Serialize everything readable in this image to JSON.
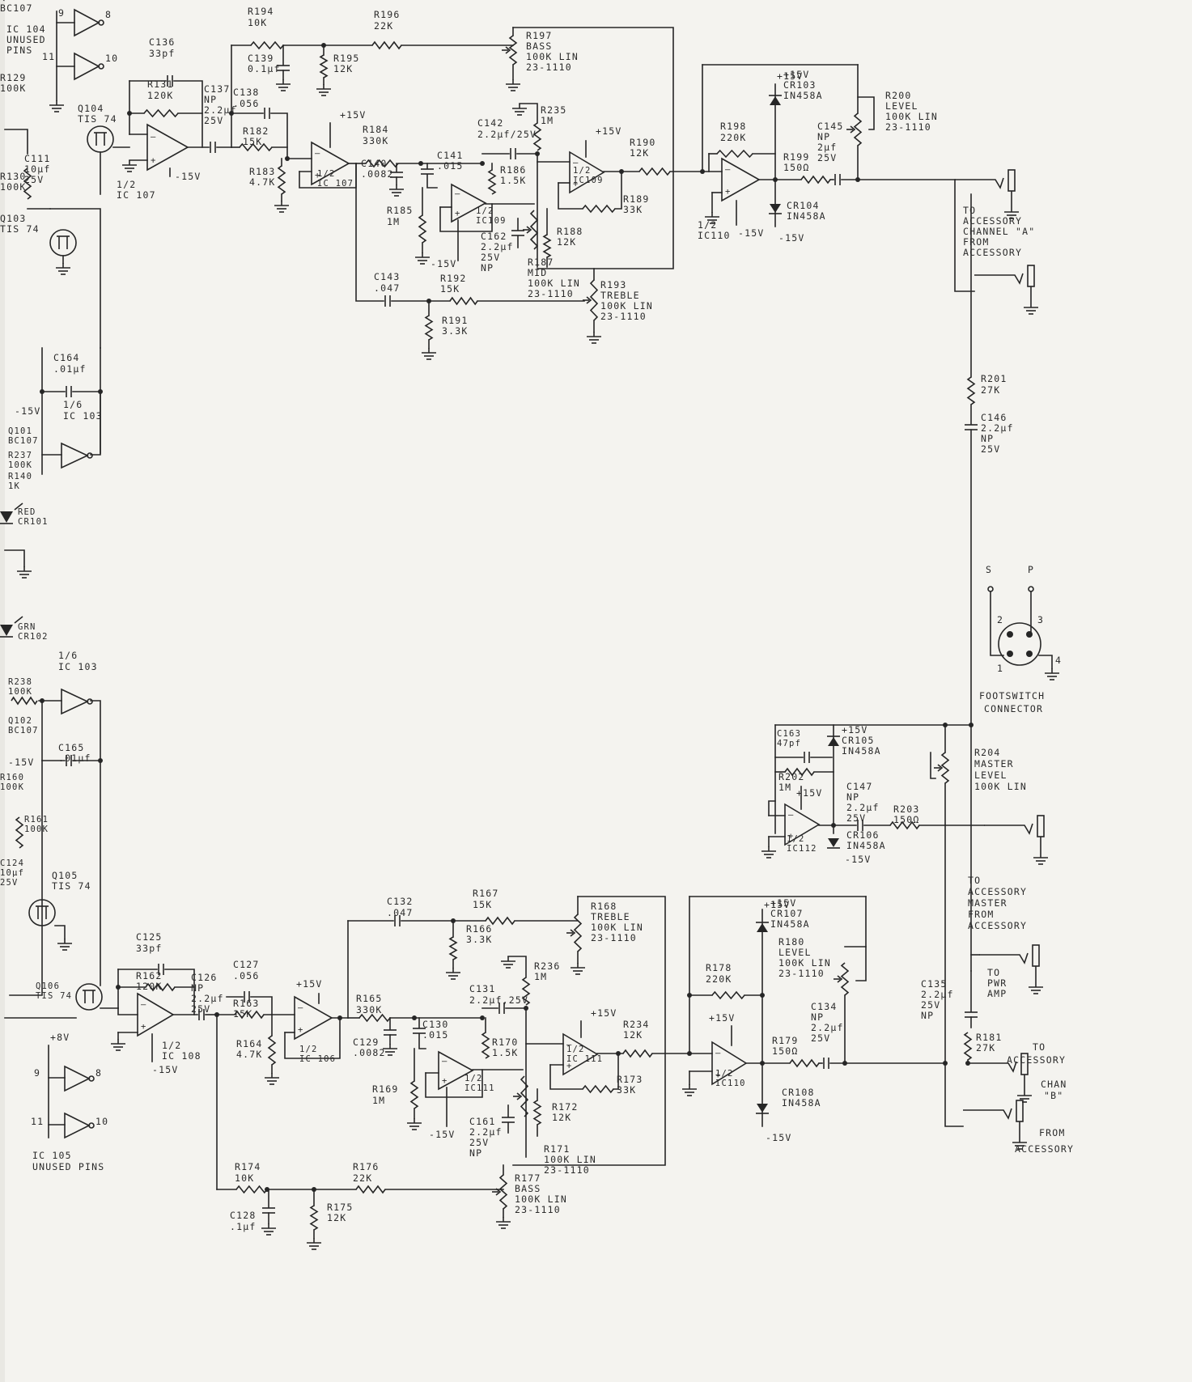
{
  "labels": {
    "ic104": [
      "IC 104",
      "UNUSED",
      "PINS"
    ],
    "pin9": "9",
    "pin8": "8",
    "pin11": "11",
    "pin10": "10",
    "q104": [
      "Q104",
      "TIS 74"
    ],
    "q103": [
      "Q103",
      "TIS 74"
    ],
    "r129": [
      "R129",
      "100K"
    ],
    "c111": [
      "C111",
      "10µf",
      "25V"
    ],
    "r130": [
      "R130",
      "100K"
    ],
    "c136": [
      "C136",
      "33pf"
    ],
    "r131": [
      "R131",
      "120K"
    ],
    "c137": [
      "C137",
      "NP",
      "2.2µf",
      "25V"
    ],
    "ic107a": [
      "1/2",
      "IC 107"
    ],
    "r194": [
      "R194",
      "10K"
    ],
    "c139": [
      "C139",
      "0.1µf"
    ],
    "r195": [
      "R195",
      "12K"
    ],
    "c138": [
      "C138",
      ".056"
    ],
    "r182": [
      "R182",
      "15K"
    ],
    "r183": [
      "R183",
      "4.7K"
    ],
    "r196": [
      "R196",
      "22K"
    ],
    "r197": [
      "R197",
      "BASS",
      "100K LIN",
      "23-1110"
    ],
    "ic107b": [
      "1/2",
      "IC 107"
    ],
    "r184": [
      "R184",
      "330K"
    ],
    "c140": [
      "C140",
      ".0082"
    ],
    "c141": [
      "C141",
      ".015"
    ],
    "r185": [
      "R185",
      "1M"
    ],
    "ic109b": [
      "1/2",
      "IC109"
    ],
    "r186": [
      "R186",
      "1.5K"
    ],
    "c142": [
      "C142",
      "2.2µf/25V"
    ],
    "r235": [
      "R235",
      "1M"
    ],
    "ic109a": [
      "1/2",
      "IC109"
    ],
    "r190": [
      "R190",
      "12K"
    ],
    "r189": [
      "R189",
      "33K"
    ],
    "r188": [
      "R188",
      "12K"
    ],
    "c162": [
      "C162",
      "2.2µf",
      "25V",
      "NP"
    ],
    "r187": [
      "R187",
      "MID",
      "100K LIN",
      "23-1110"
    ],
    "c143": [
      "C143",
      ".047"
    ],
    "r192": [
      "R192",
      "15K"
    ],
    "r191": [
      "R191",
      "3.3K"
    ],
    "r193": [
      "R193",
      "TREBLE",
      "100K LIN",
      "23-1110"
    ],
    "r198": [
      "R198",
      "220K"
    ],
    "cr103": [
      "+15V",
      "CR103",
      "IN458A"
    ],
    "r199": [
      "R199",
      "150Ω"
    ],
    "c145": [
      "C145",
      "NP",
      "2µf",
      "25V"
    ],
    "r200": [
      "R200",
      "LEVEL",
      "100K LIN",
      "23-1110"
    ],
    "cr104": [
      "CR104",
      "IN458A"
    ],
    "ic110a": [
      "1/2",
      "IC110"
    ],
    "to_acc_a": [
      "TO",
      "ACCESSORY",
      "CHANNEL \"A\"",
      "FROM",
      "ACCESSORY"
    ],
    "c164": [
      "C164",
      ".01µf"
    ],
    "ic103a": [
      "1/6",
      "IC 103"
    ],
    "q101": [
      "Q101",
      "BC107"
    ],
    "r237": [
      "R237",
      "100K"
    ],
    "r140": [
      "R140",
      "1K"
    ],
    "cr101": [
      "RED",
      "CR101"
    ],
    "cr102": [
      "GRN",
      "CR102"
    ],
    "ic103b": [
      "1/6",
      "IC 103"
    ],
    "r238": [
      "R238",
      "100K"
    ],
    "q102": [
      "Q102",
      "BC107"
    ],
    "c165": [
      "C165",
      ".01µf"
    ],
    "r160": [
      "R160",
      "100K"
    ],
    "r161": [
      "R161",
      "100K"
    ],
    "c124": [
      "C124",
      "10µf",
      "25V"
    ],
    "q105": [
      "Q105",
      "TIS 74"
    ],
    "q106": [
      "Q106",
      "TIS 74"
    ],
    "r201": [
      "R201",
      "27K"
    ],
    "c146": [
      "C146",
      "2.2µf",
      "NP",
      "25V"
    ],
    "footswitch": [
      "S",
      "P",
      "2",
      "3",
      "1",
      "4",
      "FOOTSWITCH",
      "CONNECTOR"
    ],
    "c163": [
      "C163",
      "47pf"
    ],
    "cr105": [
      "+15V",
      "CR105",
      "IN458A"
    ],
    "r202": [
      "R202",
      "1M"
    ],
    "c147": [
      "C147",
      "NP",
      "2.2µf",
      "25V"
    ],
    "r203": [
      "R203",
      "150Ω"
    ],
    "r204": [
      "R204",
      "MASTER",
      "LEVEL",
      "100K LIN"
    ],
    "cr106": [
      "CR106",
      "IN458A"
    ],
    "ic112": [
      "1/2",
      "IC112"
    ],
    "to_acc_master": [
      "TO",
      "ACCESSORY",
      "MASTER",
      "FROM",
      "ACCESSORY"
    ],
    "to_pwr": [
      "TO",
      "PWR",
      "AMP"
    ],
    "c125": [
      "C125",
      "33pf"
    ],
    "r162": [
      "R162",
      "120K"
    ],
    "c126": [
      "C126",
      "NP",
      "2.2µf",
      "25V"
    ],
    "ic108": [
      "1/2",
      "IC 108"
    ],
    "c127": [
      "C127",
      ".056"
    ],
    "r163": [
      "R163",
      "15K"
    ],
    "r164": [
      "R164",
      "4.7K"
    ],
    "ic106": [
      "1/2",
      "IC 106"
    ],
    "c132": [
      "C132",
      ".047"
    ],
    "r167": [
      "R167",
      "15K"
    ],
    "r166": [
      "R166",
      "3.3K"
    ],
    "r168": [
      "R168",
      "TREBLE",
      "100K LIN",
      "23-1110"
    ],
    "r165": [
      "R165",
      "330K"
    ],
    "c129": [
      "C129",
      ".0082"
    ],
    "c130": [
      "C130",
      ".015"
    ],
    "r169": [
      "R169",
      "1M"
    ],
    "ic111b": [
      "1/2",
      "IC111"
    ],
    "r170": [
      "R170",
      "1.5K"
    ],
    "c131": [
      "C131",
      "2.2µf,25V"
    ],
    "r236": [
      "R236",
      "1M"
    ],
    "ic111a": [
      "1/2",
      "IC 111"
    ],
    "r234": [
      "R234",
      "12K"
    ],
    "r173": [
      "R173",
      "33K"
    ],
    "r172": [
      "R172",
      "12K"
    ],
    "c161": [
      "C161",
      "2.2µf",
      "25V",
      "NP"
    ],
    "r171": [
      "R171",
      "100K LIN",
      "23-1110"
    ],
    "r174": [
      "R174",
      "10K"
    ],
    "c128": [
      "C128",
      ".1µf"
    ],
    "r175": [
      "R175",
      "12K"
    ],
    "r176": [
      "R176",
      "22K"
    ],
    "r177": [
      "R177",
      "BASS",
      "100K LIN",
      "23-1110"
    ],
    "r178": [
      "R178",
      "220K"
    ],
    "cr107": [
      "+15V",
      "CR107",
      "IN458A"
    ],
    "r180": [
      "R180",
      "LEVEL",
      "100K LIN",
      "23-1110"
    ],
    "r179": [
      "R179",
      "150Ω"
    ],
    "c134": [
      "C134",
      "NP",
      "2.2µf",
      "25V"
    ],
    "cr108": [
      "CR108",
      "IN458A"
    ],
    "ic110b": [
      "1/2",
      "IC110"
    ],
    "c135": [
      "C135",
      "2.2µf",
      "25V",
      "NP"
    ],
    "r181": [
      "R181",
      "27K"
    ],
    "to_acc_b": [
      "TO",
      "ACCESSORY",
      "CHAN",
      "\"B\"",
      "FROM",
      "ACCESSORY"
    ],
    "ic105": [
      "IC 105",
      "UNUSED PINS"
    ],
    "p15v": "+15V",
    "m15v": "-15V",
    "p8v": "+8V"
  }
}
